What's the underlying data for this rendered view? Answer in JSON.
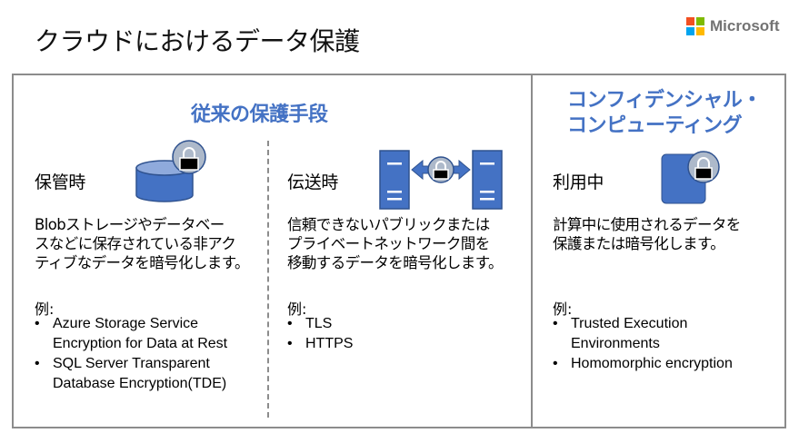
{
  "header": {
    "title": "クラウドにおけるデータ保護",
    "brand": {
      "name": "Microsoft",
      "colors": [
        "#f25022",
        "#7fba00",
        "#00a4ef",
        "#ffb900"
      ]
    }
  },
  "colors": {
    "accent": "#4472c4",
    "border": "#8c8c8c",
    "lock_badge": "#adb9ca"
  },
  "sections": {
    "traditional": {
      "title": "従来の保護手段",
      "at_rest": {
        "label": "保管時",
        "icon": "database-lock-icon",
        "description": [
          "Blobストレージやデータベー",
          "スなどに保存されている非アク",
          "ティブなデータを暗号化します。"
        ],
        "examples_label": "例:",
        "examples": [
          [
            "Azure Storage Service",
            "Encryption for Data at Rest"
          ],
          [
            "SQL Server Transparent",
            "Database Encryption(TDE)"
          ]
        ]
      },
      "in_transit": {
        "label": "伝送時",
        "icon": "servers-transfer-lock-icon",
        "description": [
          "信頼できないパブリックまたは",
          "プライベートネットワーク間を",
          "移動するデータを暗号化します。"
        ],
        "examples_label": "例:",
        "examples": [
          [
            "TLS"
          ],
          [
            "HTTPS"
          ]
        ]
      }
    },
    "confidential": {
      "title": [
        "コンフィデンシャル・",
        "コンピューティング"
      ],
      "in_use": {
        "label": "利用中",
        "icon": "chip-lock-icon",
        "description": [
          "計算中に使用されるデータを",
          "保護または暗号化します。"
        ],
        "examples_label": "例:",
        "examples": [
          [
            "Trusted Execution",
            "Environments"
          ],
          [
            "Homomorphic encryption"
          ]
        ]
      }
    }
  }
}
